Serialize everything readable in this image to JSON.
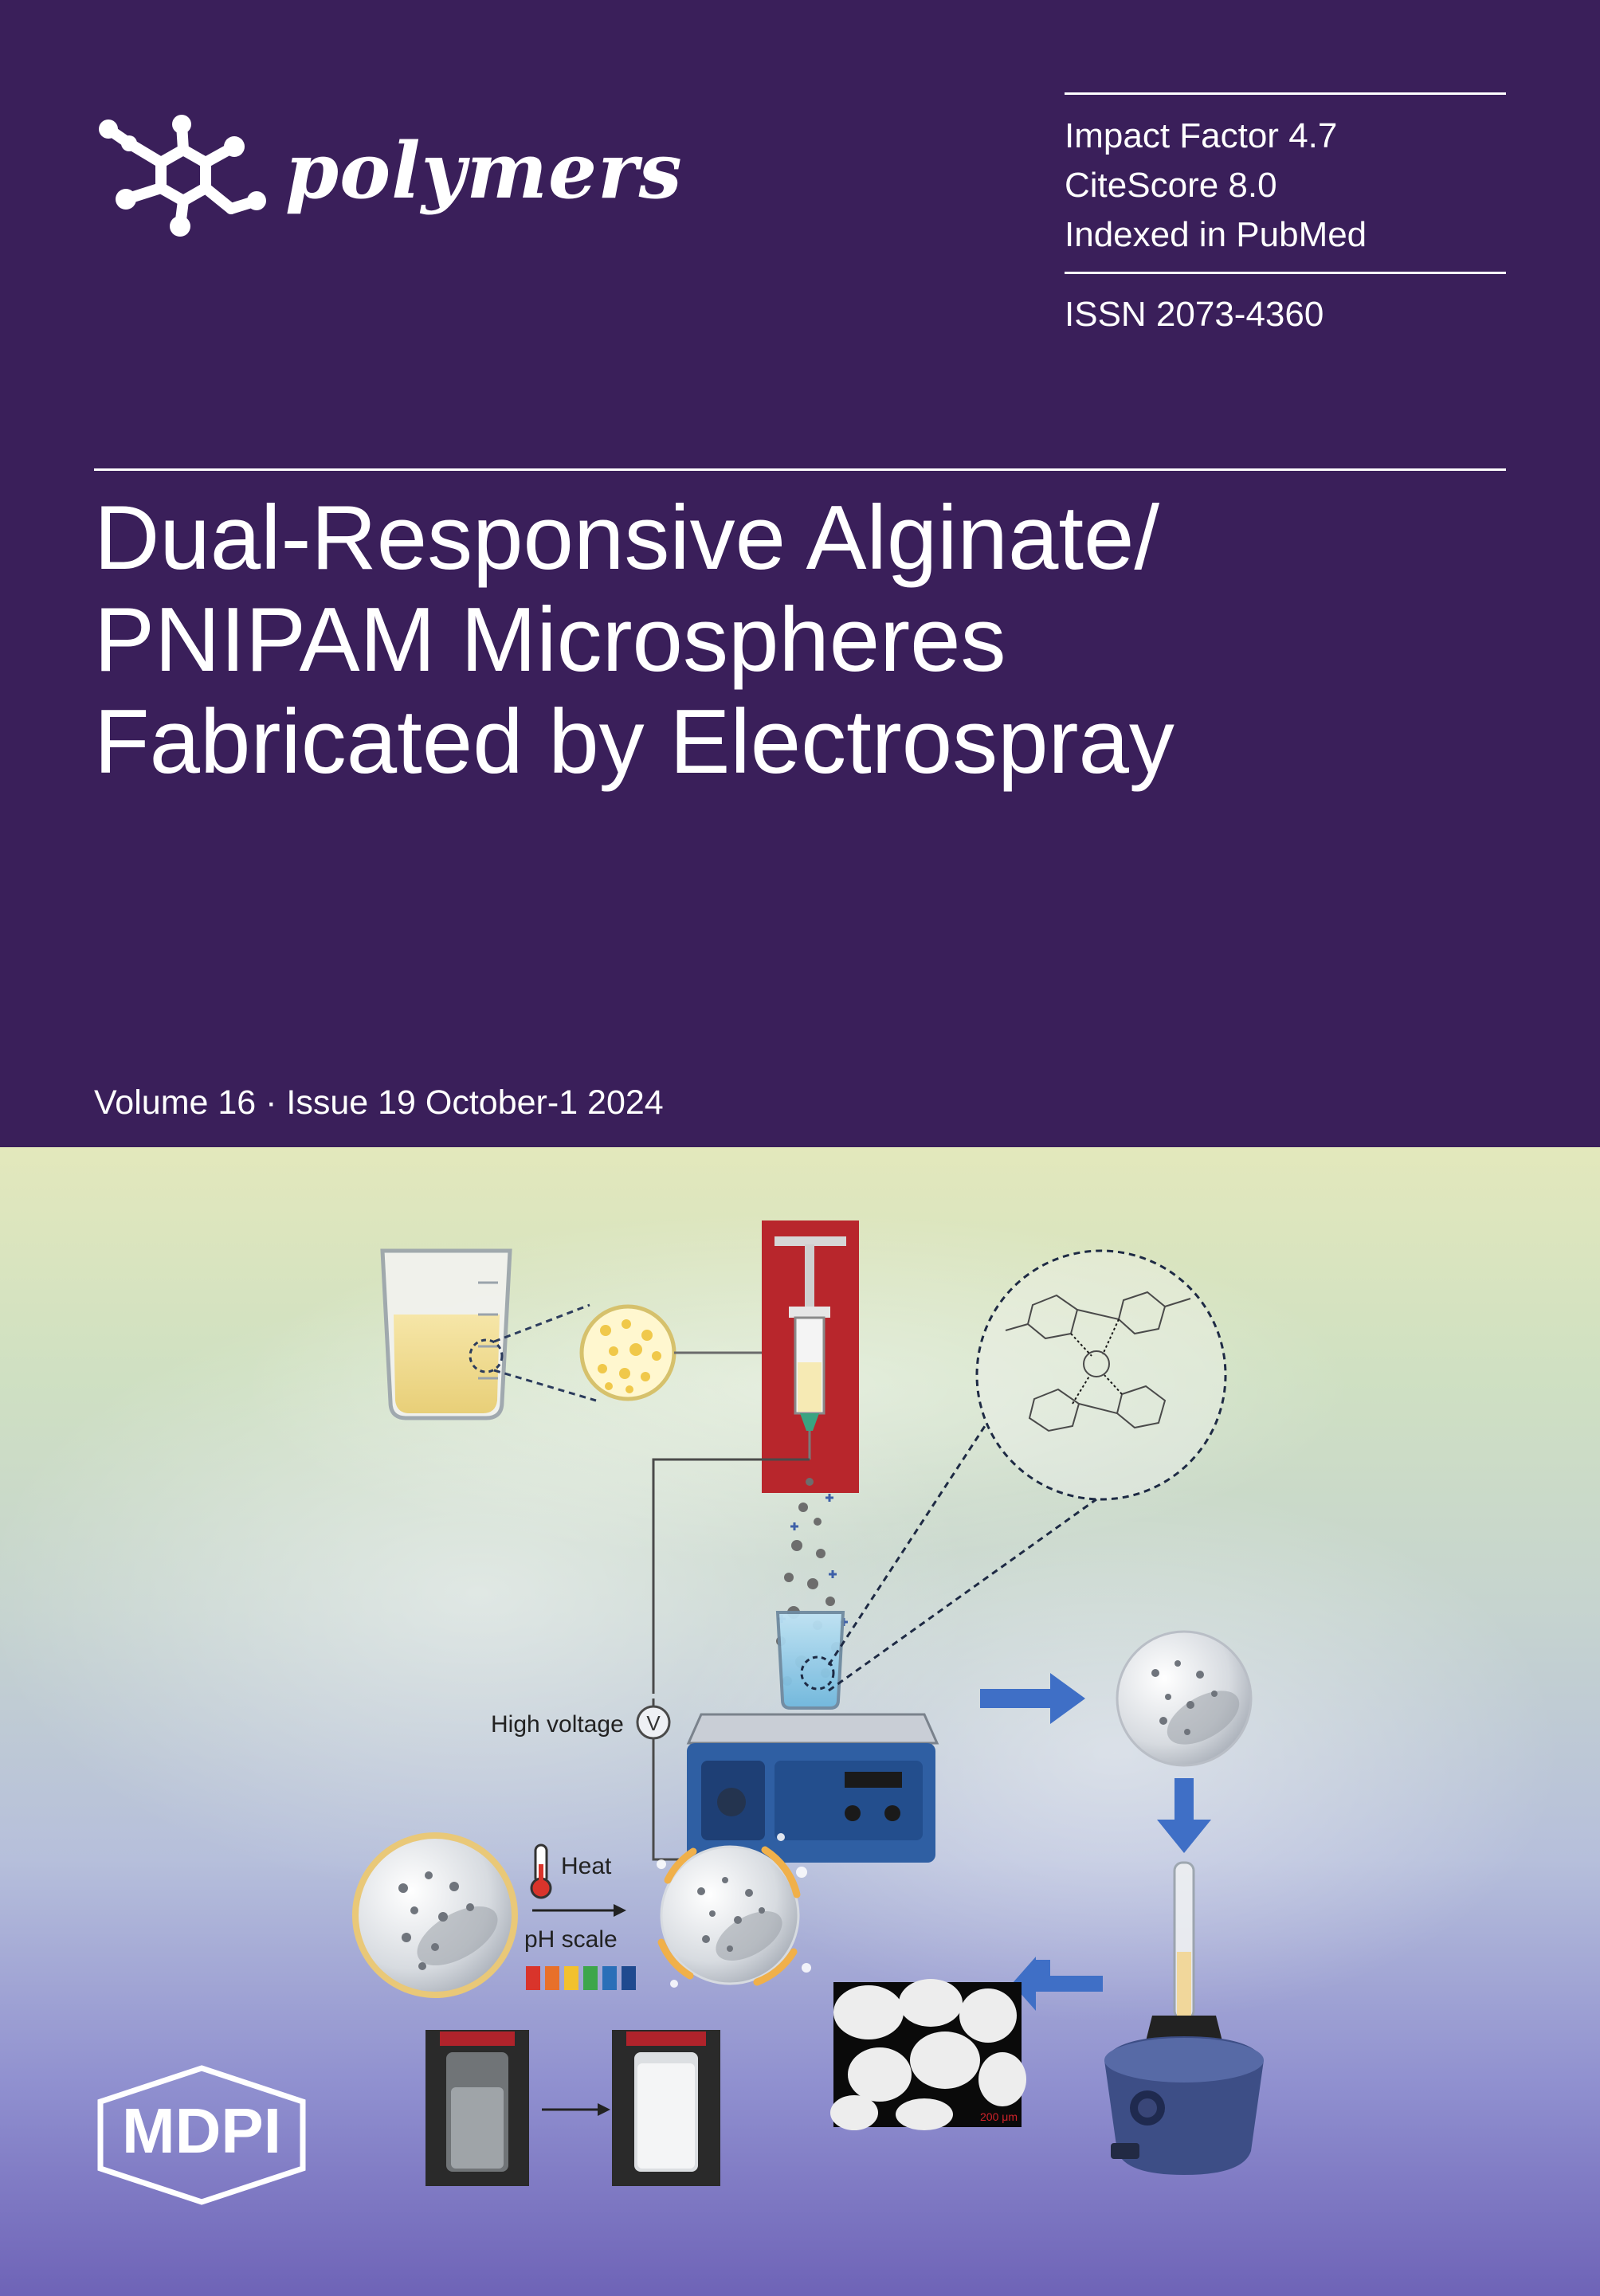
{
  "journal": {
    "name": "polymers",
    "logo_icon": "hexagon-molecule-icon"
  },
  "metrics": {
    "impact_factor": "Impact Factor 4.7",
    "citescore": "CiteScore 8.0",
    "indexed": "Indexed in PubMed",
    "issn": "ISSN 2073-4360"
  },
  "article": {
    "title_lines": [
      "Dual-Responsive Alginate/",
      "PNIPAM Microspheres",
      "Fabricated by Electrospray"
    ]
  },
  "issue": {
    "text": "Volume 16 · Issue 19 October-1 2024"
  },
  "figure": {
    "labels": {
      "voltage": "High voltage",
      "voltage_symbol": "V",
      "heat": "Heat",
      "ph": "pH scale",
      "scale_bar": "200 μm"
    },
    "ph_colors": [
      "#d9342b",
      "#e8702a",
      "#f2c12e",
      "#3da64a",
      "#2a6fb8",
      "#1f4a8f"
    ]
  },
  "publisher": {
    "name": "MDPI"
  },
  "colors": {
    "background": "#3a1f5a",
    "text": "#ffffff",
    "arrow": "#3f6fc6"
  }
}
